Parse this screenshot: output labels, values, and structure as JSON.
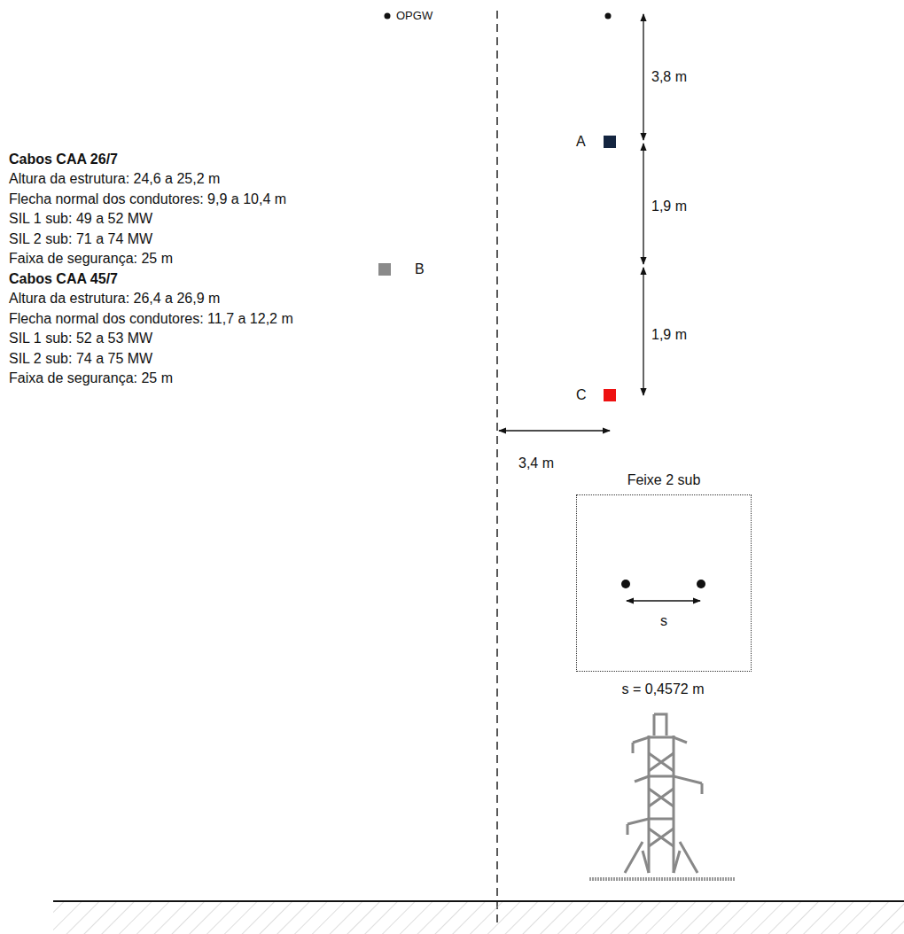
{
  "diagram": {
    "nodes": [
      {
        "text": [
          "Feixe 2 sub",
          "s"
        ]
      }
    ],
    "labels": [
      "OPGW",
      "A",
      "B",
      "C",
      "3,8 m",
      "1,9 m",
      "1,9 m",
      "3,4 m",
      "s = 0,4572 m",
      "Cabos CAA 26/7",
      "Altura da estrutura: 24,6 a 25,2 m",
      "Flecha normal dos condutores: 9,9 a 10,4 m",
      "SIL 1 sub: 49 a 52 MW",
      "SIL 2 sub: 71 a 74 MW",
      "Faixa de segurança: 25 m",
      "Cabos CAA 45/7",
      "Altura da estrutura: 26,4 a 26,9 m",
      "Flecha normal dos condutores: 11,7 a 12,2 m",
      "SIL 1 sub: 52 a 53 MW",
      "SIL 2 sub: 74 a 75 MW",
      "Faixa de segurança: 25 m"
    ]
  }
}
